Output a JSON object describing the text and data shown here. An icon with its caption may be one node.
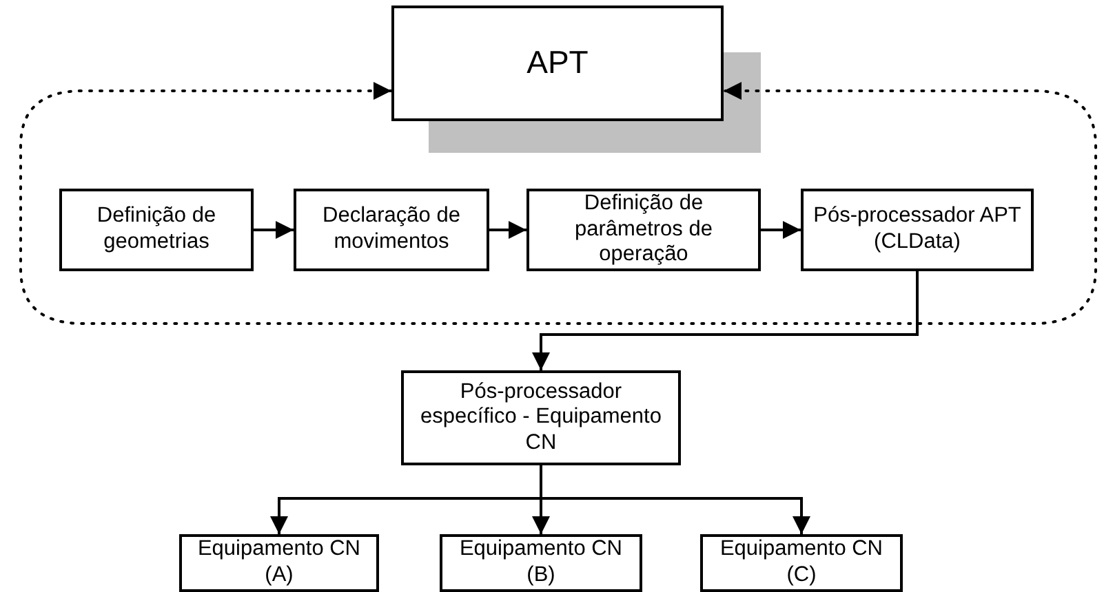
{
  "diagram": {
    "nodes": [
      {
        "text": [
          "APT"
        ]
      },
      {
        "text": [
          "Definição de geometrias"
        ]
      },
      {
        "text": [
          "Declaração de movimentos"
        ]
      },
      {
        "text": [
          "Definição de parâmetros de operação"
        ]
      },
      {
        "text": [
          "Pós-processador APT (CLData)"
        ]
      },
      {
        "text": [
          "Pós-processador específico - Equipamento CN"
        ]
      },
      {
        "text": [
          "Equipamento CN (A)"
        ]
      },
      {
        "text": [
          "Equipamento CN (B)"
        ]
      },
      {
        "text": [
          "Equipamento CN (C)"
        ]
      }
    ],
    "edges": [
      {
        "from": 0,
        "to": 0,
        "arrow": "both",
        "style": "dashed"
      },
      {
        "from": 1,
        "to": 2,
        "arrow": "to"
      },
      {
        "from": 2,
        "to": 3,
        "arrow": "to"
      },
      {
        "from": 3,
        "to": 4,
        "arrow": "to"
      },
      {
        "from": 4,
        "to": 5,
        "arrow": "to"
      },
      {
        "from": 5,
        "to": 6,
        "arrow": "to"
      },
      {
        "from": 5,
        "to": 7,
        "arrow": "to"
      },
      {
        "from": 5,
        "to": 8,
        "arrow": "to"
      }
    ]
  }
}
